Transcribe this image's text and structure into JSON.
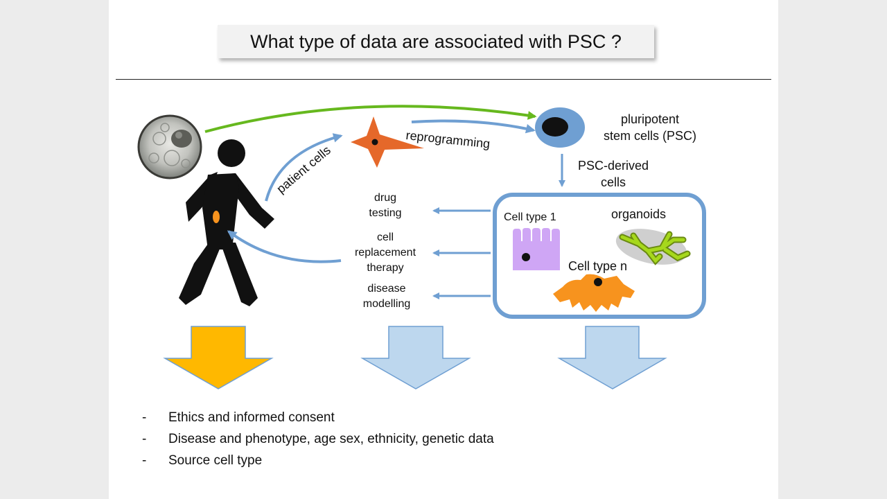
{
  "slide": {
    "title": "What type of data are associated with PSC ?"
  },
  "diagram": {
    "psc_label": [
      "pluripotent",
      "stem cells (PSC)"
    ],
    "reprogramming_label": "reprogramming",
    "patient_cells_label": "patient cells",
    "derived_label": [
      "PSC-derived",
      "cells"
    ],
    "uses": [
      {
        "lines": [
          "drug",
          "testing"
        ]
      },
      {
        "lines": [
          "cell",
          "replacement",
          "therapy"
        ]
      },
      {
        "lines": [
          "disease",
          "modelling"
        ]
      }
    ],
    "cell_type_1_label": "Cell type 1",
    "cell_type_n_label": "Cell type n",
    "organoids_label": "organoids"
  },
  "bullets": {
    "dash": "-",
    "items": [
      "Ethics and informed consent",
      "Disease and phenotype, age sex, ethnicity, genetic data",
      "Source cell type"
    ]
  },
  "colors": {
    "accent_blue": "#6f9fd2",
    "light_blue": "#bdd7ee",
    "orange_arrow": "#ffb800",
    "green_arrow": "#66b81e",
    "star_orange": "#e5682a",
    "cell_type_n": "#f7931e",
    "cell_type_1": "#cfa6f5",
    "organoid_green": "#a6d81c",
    "figure_black": "#111111"
  }
}
